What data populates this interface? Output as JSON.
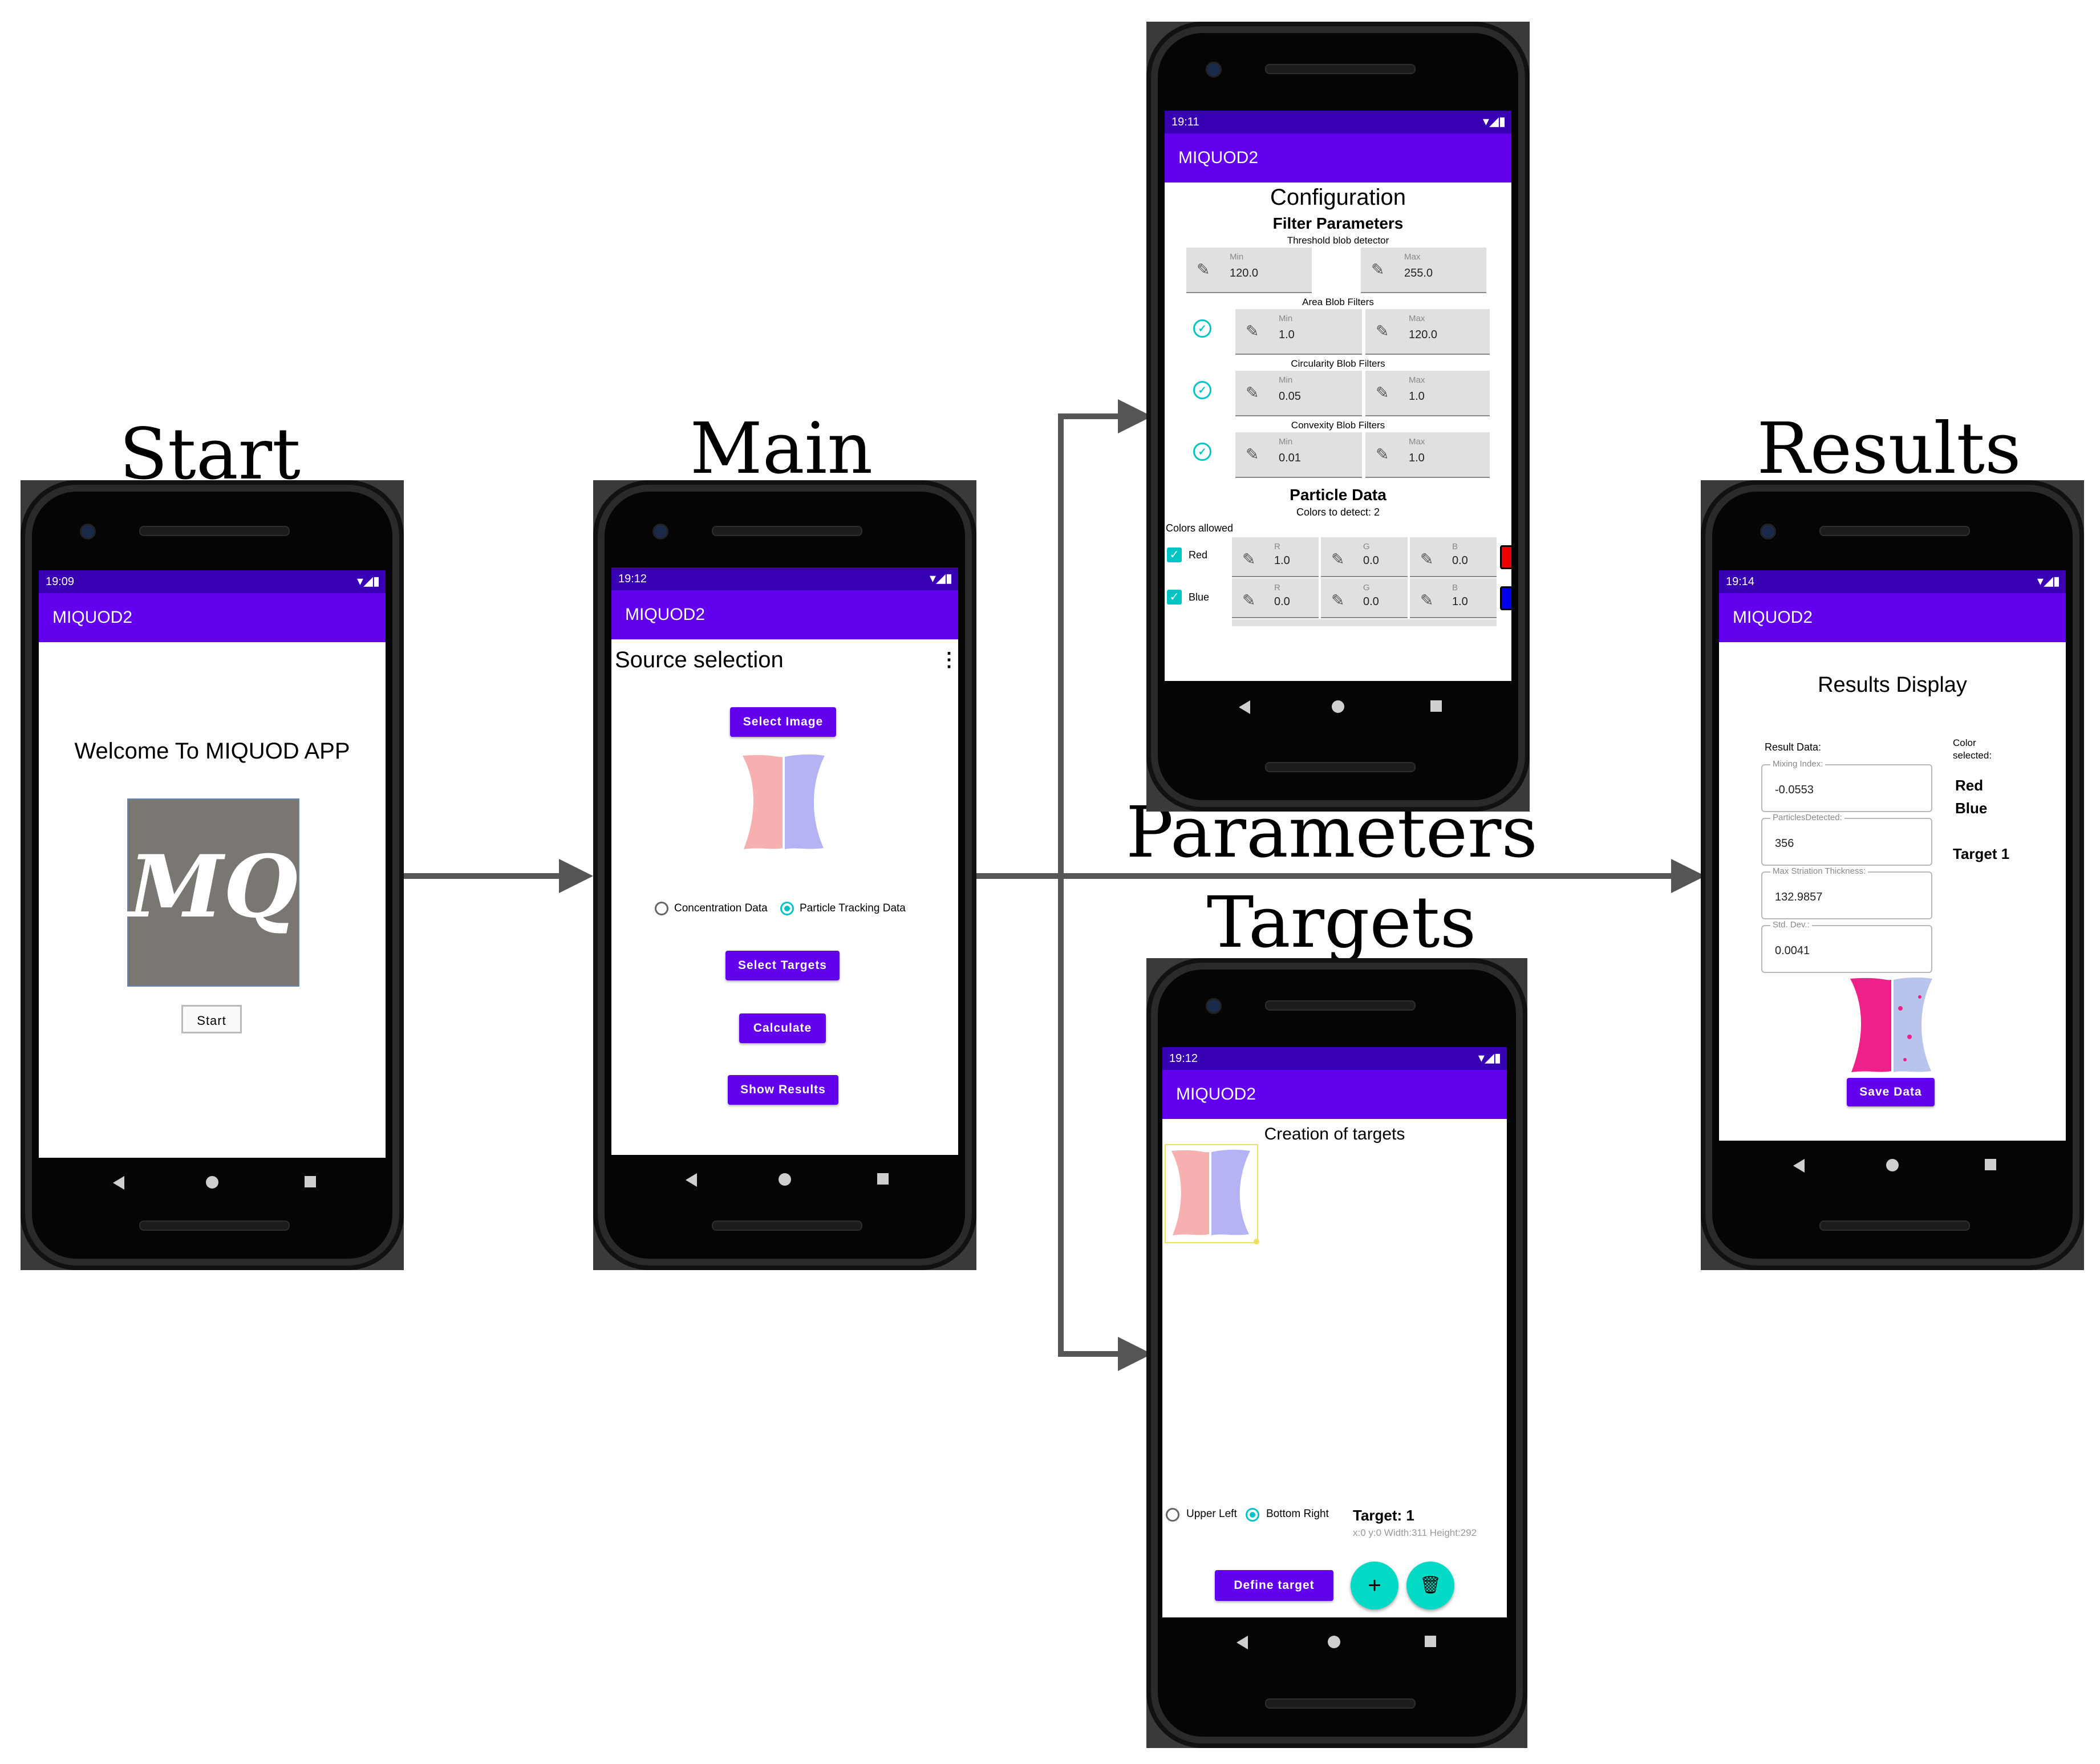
{
  "captions": {
    "start": "Start",
    "main": "Main",
    "parameters": "Parameters",
    "targets": "Targets",
    "results": "Results"
  },
  "colors": {
    "status_bar": "#3700b3",
    "app_bar": "#6200ee",
    "button": "#6200ee",
    "accent": "#03dac5",
    "arrow": "#555555"
  },
  "start_screen": {
    "time": "19:09",
    "app_title": "MIQUOD2",
    "welcome": "Welcome To MIQUOD APP",
    "logo_text": "MQ",
    "start_button": "Start"
  },
  "main_screen": {
    "time": "19:12",
    "app_title": "MIQUOD2",
    "heading": "Source selection",
    "select_image": "Select Image",
    "radio_concentration": "Concentration Data",
    "radio_particle": "Particle Tracking Data",
    "select_targets": "Select Targets",
    "calculate": "Calculate",
    "show_results": "Show Results"
  },
  "config_screen": {
    "time": "19:11",
    "app_title": "MIQUOD2",
    "heading": "Configuration",
    "filter_heading": "Filter Parameters",
    "threshold_label": "Threshold blob detector",
    "threshold_min_hint": "Min",
    "threshold_min": "120.0",
    "threshold_max_hint": "Max",
    "threshold_max": "255.0",
    "area_label": "Area Blob Filters",
    "area_min": "1.0",
    "area_max": "120.0",
    "circularity_label": "Circularity Blob Filters",
    "circ_min": "0.05",
    "circ_max": "1.0",
    "convexity_label": "Convexity Blob Filters",
    "conv_min": "0.01",
    "conv_max": "1.0",
    "min_hint": "Min",
    "max_hint": "Max",
    "particle_heading": "Particle Data",
    "colors_to_detect": "Colors to detect:  2",
    "colors_allowed": "Colors allowed",
    "color_rows": [
      {
        "name": "Red",
        "r": "1.0",
        "g": "0.0",
        "b": "0.0"
      },
      {
        "name": "Blue",
        "r": "0.0",
        "g": "0.0",
        "b": "1.0"
      }
    ],
    "r_hint": "R",
    "g_hint": "G",
    "b_hint": "B"
  },
  "targets_screen": {
    "time": "19:12",
    "app_title": "MIQUOD2",
    "heading": "Creation of targets",
    "radio_upper_left": "Upper Left",
    "radio_bottom_right": "Bottom Right",
    "target_label": "Target: 1",
    "target_geometry": "x:0 y:0 Width:311 Height:292",
    "define_target": "Define target",
    "add_icon_label": "+",
    "delete_icon_label": "🗑"
  },
  "results_screen": {
    "time": "19:14",
    "app_title": "MIQUOD2",
    "heading": "Results Display",
    "result_data": "Result Data:",
    "color_selected": "Color selected:",
    "color1": "Red",
    "color2": "Blue",
    "target": "Target 1",
    "mixing_hint": "Mixing Index:",
    "mixing_val": "-0.0553",
    "particles_hint": "ParticlesDetected:",
    "particles_val": "356",
    "striation_hint": "Max Striation Thickness:",
    "striation_val": "132.9857",
    "stddev_hint": "Std. Dev.:",
    "stddev_val": "0.0041",
    "save_data": "Save Data"
  }
}
